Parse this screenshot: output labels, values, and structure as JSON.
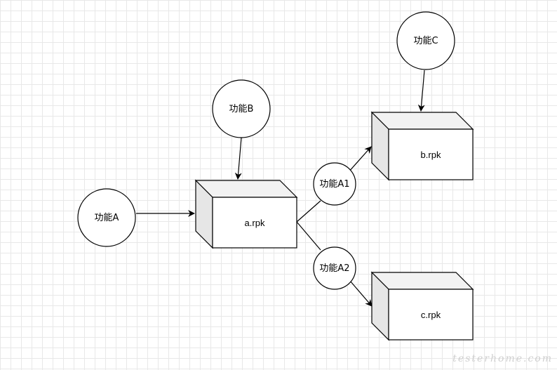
{
  "diagram": {
    "nodes": {
      "func_a": "功能A",
      "func_b": "功能B",
      "func_c": "功能C",
      "func_a1": "功能A1",
      "func_a2": "功能A2"
    },
    "packages": {
      "a": "a.rpk",
      "b": "b.rpk",
      "c": "c.rpk"
    }
  },
  "watermark": "testerhome.com"
}
